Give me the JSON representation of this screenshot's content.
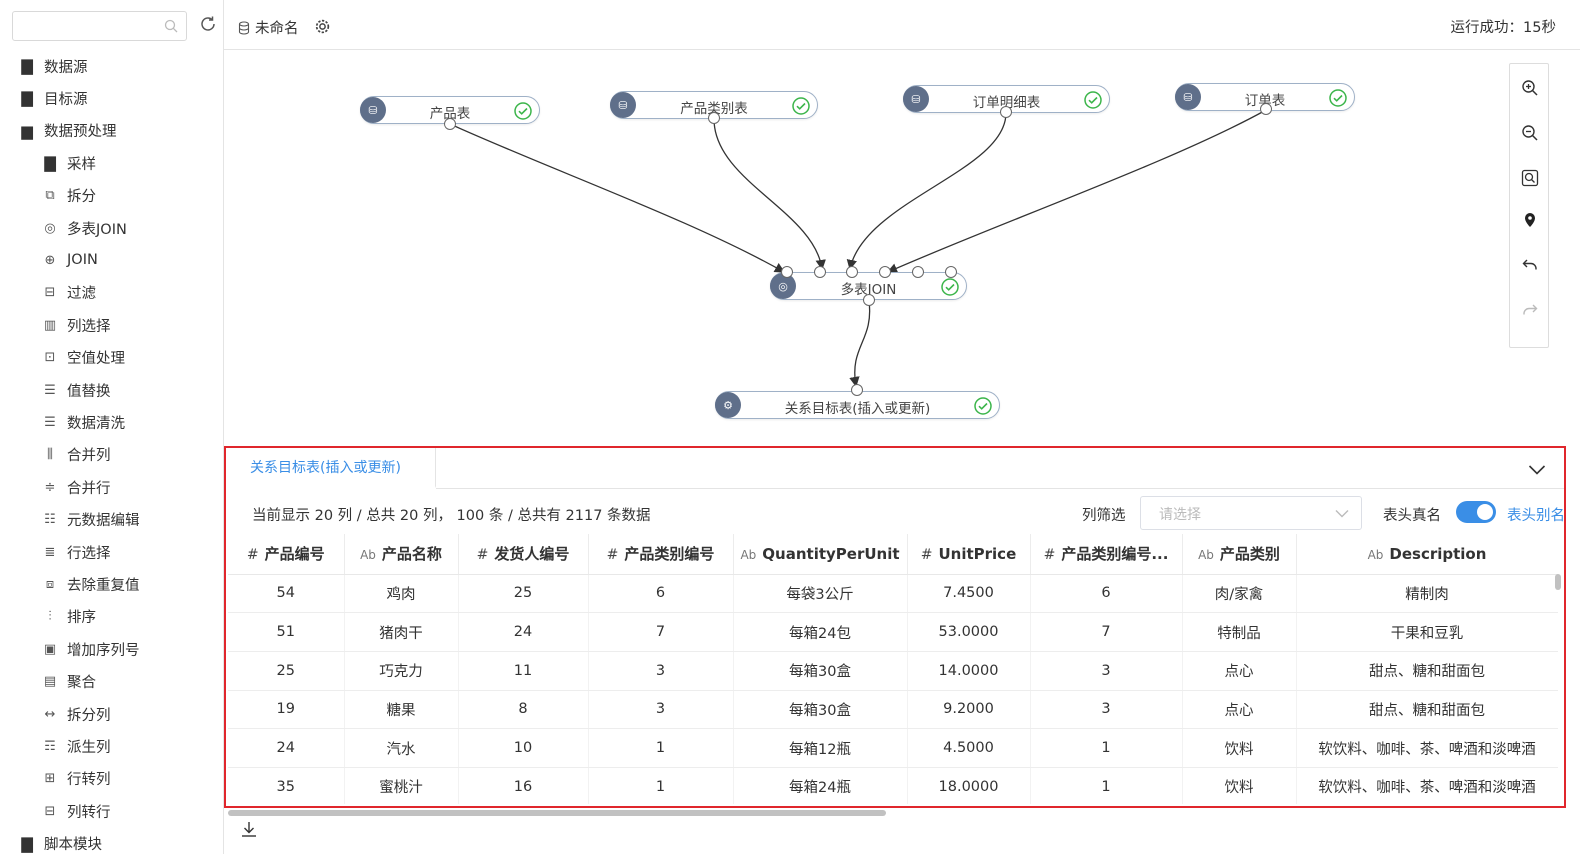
{
  "sidebar": {
    "search_placeholder": "",
    "items": [
      {
        "label": "数据源",
        "icon": "folder-icon",
        "level": 0
      },
      {
        "label": "目标源",
        "icon": "folder-icon",
        "level": 0
      },
      {
        "label": "数据预处理",
        "icon": "folder-open-icon",
        "level": 0
      },
      {
        "label": "采样",
        "icon": "folder-icon",
        "level": 1
      },
      {
        "label": "拆分",
        "icon": "split-icon",
        "level": 1
      },
      {
        "label": "多表JOIN",
        "icon": "multi-join-icon",
        "level": 1
      },
      {
        "label": "JOIN",
        "icon": "join-icon",
        "level": 1
      },
      {
        "label": "过滤",
        "icon": "filter-icon",
        "level": 1
      },
      {
        "label": "列选择",
        "icon": "column-select-icon",
        "level": 1
      },
      {
        "label": "空值处理",
        "icon": "null-handle-icon",
        "level": 1
      },
      {
        "label": "值替换",
        "icon": "value-replace-icon",
        "level": 1
      },
      {
        "label": "数据清洗",
        "icon": "data-clean-icon",
        "level": 1
      },
      {
        "label": "合并列",
        "icon": "merge-column-icon",
        "level": 1
      },
      {
        "label": "合并行",
        "icon": "merge-row-icon",
        "level": 1
      },
      {
        "label": "元数据编辑",
        "icon": "metadata-edit-icon",
        "level": 1
      },
      {
        "label": "行选择",
        "icon": "row-select-icon",
        "level": 1
      },
      {
        "label": "去除重复值",
        "icon": "dedupe-icon",
        "level": 1
      },
      {
        "label": "排序",
        "icon": "sort-icon",
        "level": 1
      },
      {
        "label": "增加序列号",
        "icon": "serial-number-icon",
        "level": 1
      },
      {
        "label": "聚合",
        "icon": "aggregate-icon",
        "level": 1
      },
      {
        "label": "拆分列",
        "icon": "split-column-icon",
        "level": 1
      },
      {
        "label": "派生列",
        "icon": "derive-column-icon",
        "level": 1
      },
      {
        "label": "行转列",
        "icon": "row-to-column-icon",
        "level": 1
      },
      {
        "label": "列转行",
        "icon": "column-to-row-icon",
        "level": 1
      },
      {
        "label": "脚本模块",
        "icon": "folder-icon",
        "level": 0
      }
    ]
  },
  "header": {
    "title": "未命名",
    "run_status": "运行成功：15秒"
  },
  "flow": {
    "nodes": [
      {
        "id": "n1",
        "label": "产品表"
      },
      {
        "id": "n2",
        "label": "产品类别表"
      },
      {
        "id": "n3",
        "label": "订单明细表"
      },
      {
        "id": "n4",
        "label": "订单表"
      },
      {
        "id": "n5",
        "label": "多表JOIN"
      },
      {
        "id": "n6",
        "label": "关系目标表(插入或更新)"
      }
    ]
  },
  "panel": {
    "tab_label": "关系目标表(插入或更新)",
    "info": "当前显示 20 列 / 总共 20 列， 100 条 / 总共有 2117 条数据",
    "filter_label": "列筛选",
    "filter_placeholder": "请选择",
    "real_name_label": "表头真名",
    "alias_label": "表头别名",
    "toggle_on": true
  },
  "table": {
    "columns": [
      {
        "type": "#",
        "name": "产品编号"
      },
      {
        "type": "Ab",
        "name": "产品名称"
      },
      {
        "type": "#",
        "name": "发货人编号"
      },
      {
        "type": "#",
        "name": "产品类别编号"
      },
      {
        "type": "Ab",
        "name": "QuantityPerUnit"
      },
      {
        "type": "#",
        "name": "UnitPrice"
      },
      {
        "type": "#",
        "name": "产品类别编号..."
      },
      {
        "type": "Ab",
        "name": "产品类别"
      },
      {
        "type": "Ab",
        "name": "Description"
      }
    ],
    "rows": [
      [
        "54",
        "鸡肉",
        "25",
        "6",
        "每袋3公斤",
        "7.4500",
        "6",
        "肉/家禽",
        "精制肉"
      ],
      [
        "51",
        "猪肉干",
        "24",
        "7",
        "每箱24包",
        "53.0000",
        "7",
        "特制品",
        "干果和豆乳"
      ],
      [
        "25",
        "巧克力",
        "11",
        "3",
        "每箱30盒",
        "14.0000",
        "3",
        "点心",
        "甜点、糖和甜面包"
      ],
      [
        "19",
        "糖果",
        "8",
        "3",
        "每箱30盒",
        "9.2000",
        "3",
        "点心",
        "甜点、糖和甜面包"
      ],
      [
        "24",
        "汽水",
        "10",
        "1",
        "每箱12瓶",
        "4.5000",
        "1",
        "饮料",
        "软饮料、咖啡、茶、啤酒和淡啤酒"
      ],
      [
        "35",
        "蜜桃汁",
        "16",
        "1",
        "每箱24瓶",
        "18.0000",
        "1",
        "饮料",
        "软饮料、咖啡、茶、啤酒和淡啤酒"
      ]
    ]
  },
  "colors": {
    "accent": "#3a8ee6",
    "highlight_border": "#e0262c",
    "success": "#3bb54a",
    "node_icon": "#5f6f8a"
  }
}
